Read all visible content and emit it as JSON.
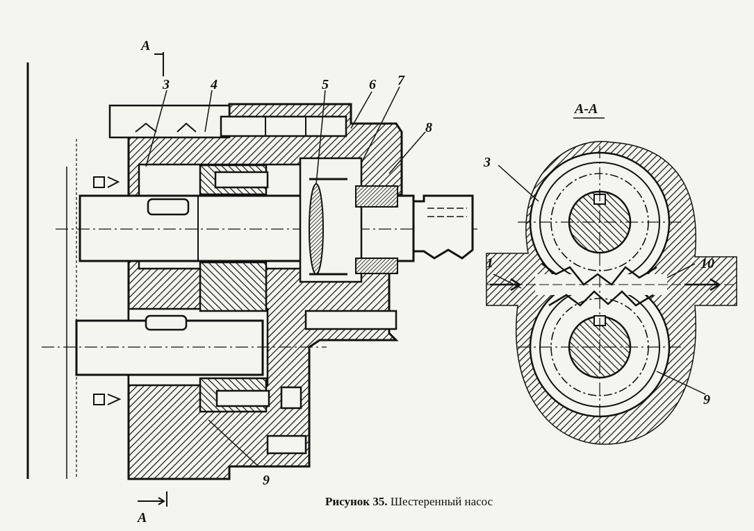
{
  "labels": {
    "cut_mark_top": "A",
    "cut_mark_bottom": "A",
    "part_3_left": "3",
    "part_4": "4",
    "part_5": "5",
    "part_6": "6",
    "part_7": "7",
    "part_8": "8",
    "part_9_left": "9",
    "section_title": "A-A",
    "part_3_right": "3",
    "port_inlet": "1",
    "port_outlet": "10",
    "part_9_right": "9"
  },
  "caption": {
    "number": "Рисунок 35.",
    "text": " Шестеренный насос"
  }
}
